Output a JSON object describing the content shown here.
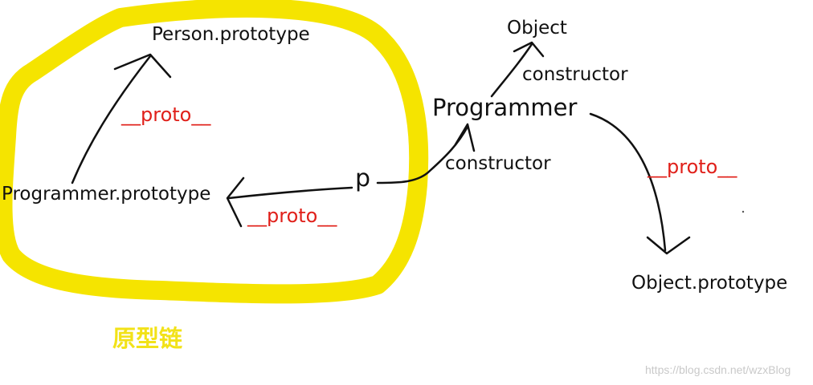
{
  "nodes": {
    "person_prototype": "Person.prototype",
    "programmer_prototype": "Programmer.prototype",
    "p": "p",
    "programmer": "Programmer",
    "object": "Object",
    "object_prototype": "Object.prototype"
  },
  "edge_labels": {
    "proto_1": "__proto__",
    "proto_2": "__proto__",
    "proto_3": "__proto__",
    "constructor_1": "constructor",
    "constructor_2": "constructor"
  },
  "chain_label": "原型链",
  "watermark": "https://blog.csdn.net/wzxBlog",
  "colors": {
    "highlight": "#f5e400",
    "proto_text": "#e0201a",
    "ink": "#111111"
  }
}
